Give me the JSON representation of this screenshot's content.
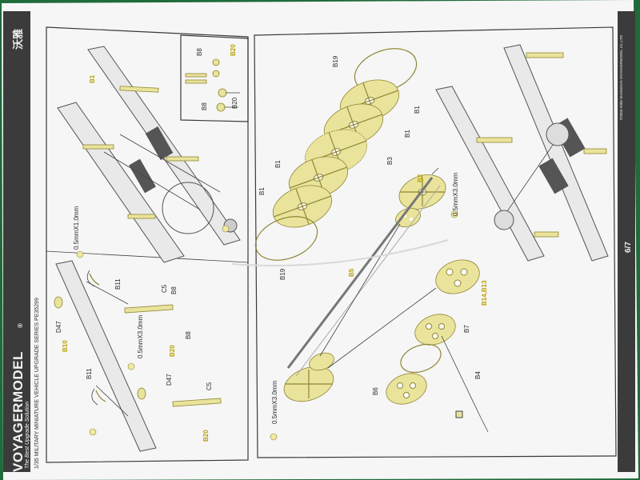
{
  "brand": {
    "name": "VOYAGERMODEL",
    "registered": "®",
    "chinese": "沃雅",
    "tagline": "The Best Upgrade Solution"
  },
  "series_line": "1/35 MILITARY MINIATURE VEHICLE  UPGRADE SERIES PE35299",
  "copyright": "©2003-2006 SHANGHAI VOYAGERMODEL Co.,LTD",
  "page_number": "6/7",
  "left_panel": {
    "labels": {
      "b1": "B1",
      "b8a": "B8",
      "b20a": "B20",
      "b8b": "B8",
      "b20b": "B20",
      "dim1": "0.5mmX1.0mm",
      "b11a": "B11",
      "c5a": "C5",
      "b8c": "B8",
      "d47a": "D47",
      "b10": "B10",
      "dim2": "0.5mmX3.0mm",
      "b8d": "B8",
      "b20c": "B20",
      "b11b": "B11",
      "d47b": "D47",
      "c5b": "C5",
      "b20d": "B20"
    }
  },
  "right_panel": {
    "labels": {
      "b19a": "B19",
      "b1a": "B1",
      "b1b": "B1",
      "b1c": "B1",
      "b1d": "B1",
      "b3": "B3",
      "b2": "B2",
      "dim3": "0.5mmX3.0mm",
      "b19b": "B19",
      "b5": "B5",
      "b14": "B14,B13",
      "b7": "B7",
      "b4": "B4",
      "b6": "B6",
      "dim4": "0.5mmX3.0mm"
    }
  }
}
